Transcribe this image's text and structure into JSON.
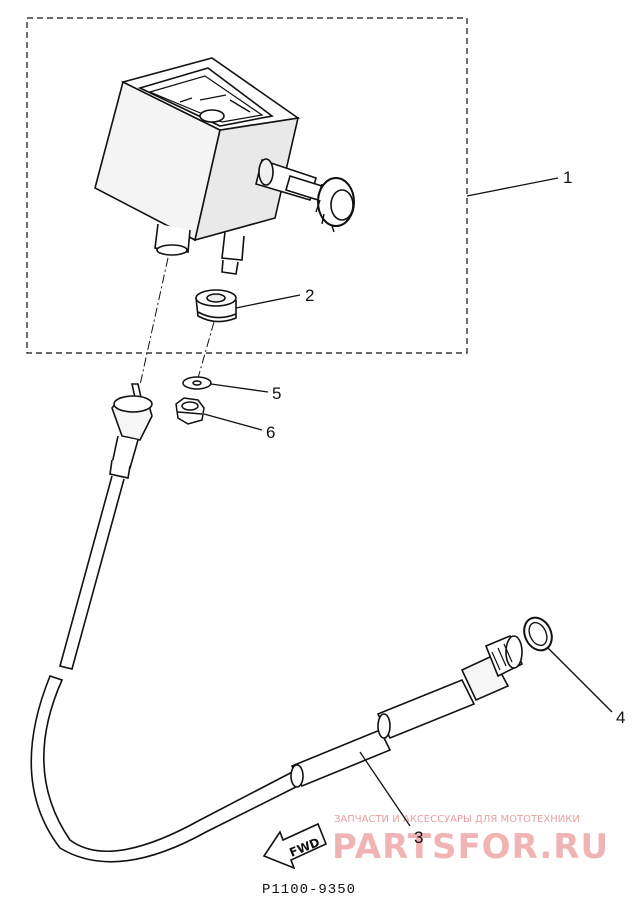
{
  "callouts": [
    {
      "label": "1"
    },
    {
      "label": "2"
    },
    {
      "label": "3"
    },
    {
      "label": "4"
    },
    {
      "label": "5"
    },
    {
      "label": "6"
    }
  ],
  "fwd_label": "FWD",
  "reference": "P1100-9350",
  "watermark": {
    "tagline": "ЗАПЧАСТИ И АКСЕССУАРЫ ДЛЯ МОТОТЕХНИКИ",
    "brand": "PARTSFOR.RU"
  }
}
